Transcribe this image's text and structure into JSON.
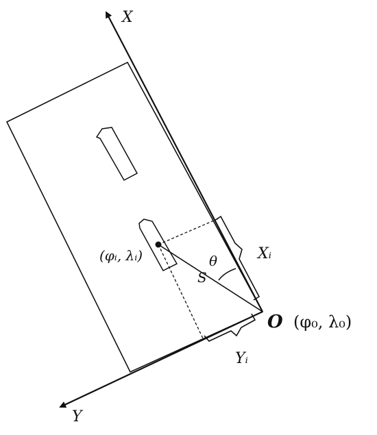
{
  "labels": {
    "x_axis": "X",
    "y_axis": "Y",
    "origin_letter": "O",
    "origin_coord": "(φ₀, λ₀)",
    "ship_coord": "(φᵢ, λᵢ)",
    "distance": "S",
    "angle": "θ",
    "x_offset": "Xᵢ",
    "y_offset": "Yᵢ"
  },
  "colors": {
    "stroke": "#111111",
    "background": "#ffffff"
  }
}
